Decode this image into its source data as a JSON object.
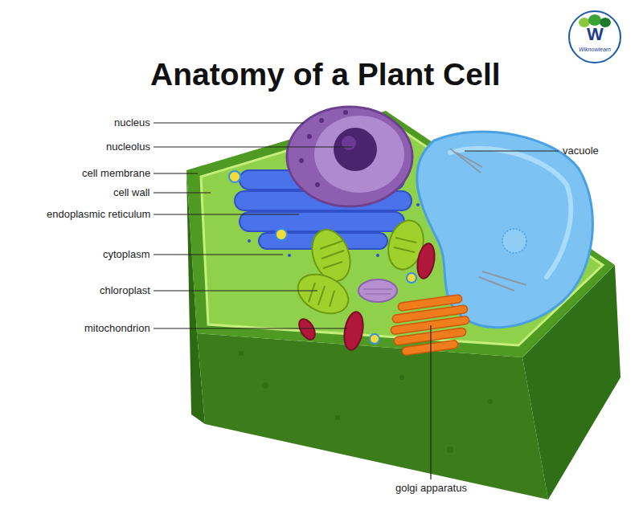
{
  "diagram": {
    "title": "Anatomy of a Plant Cell",
    "labels": [
      "nucleus",
      "nucleolus",
      "cell membrane",
      "cell wall",
      "endoplasmic  reticulum",
      "cytoplasm",
      "chloroplast",
      "mitochondrion",
      "vacuole",
      "golgi apparatus",
      "W",
      "Wiknowlearn"
    ]
  }
}
